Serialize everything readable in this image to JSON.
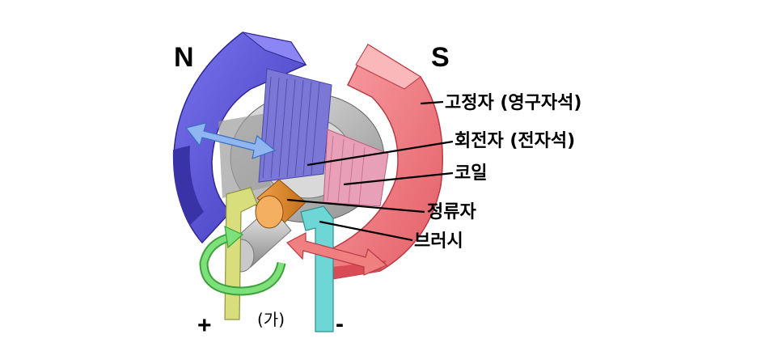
{
  "poles": {
    "north": "N",
    "south": "S"
  },
  "labels": {
    "stator": "고정자 (영구자석)",
    "rotor": "회전자 (전자석)",
    "coil": "코일",
    "commutator": "정류자",
    "brush": "브러시"
  },
  "terminals": {
    "positive": "+",
    "negative": "-"
  },
  "caption": "(가)",
  "colors": {
    "north_magnet": "#5b56d6",
    "south_magnet": "#f07f84",
    "coil": "#6a66c9",
    "commutator": "#e08a2c",
    "brush_positive": "#d9de7c",
    "brush_negative": "#6fd6d6",
    "rotation_arrow": "#7de07a",
    "force_arrow_blue": "#8fb6f0",
    "force_arrow_red": "#f08080"
  }
}
